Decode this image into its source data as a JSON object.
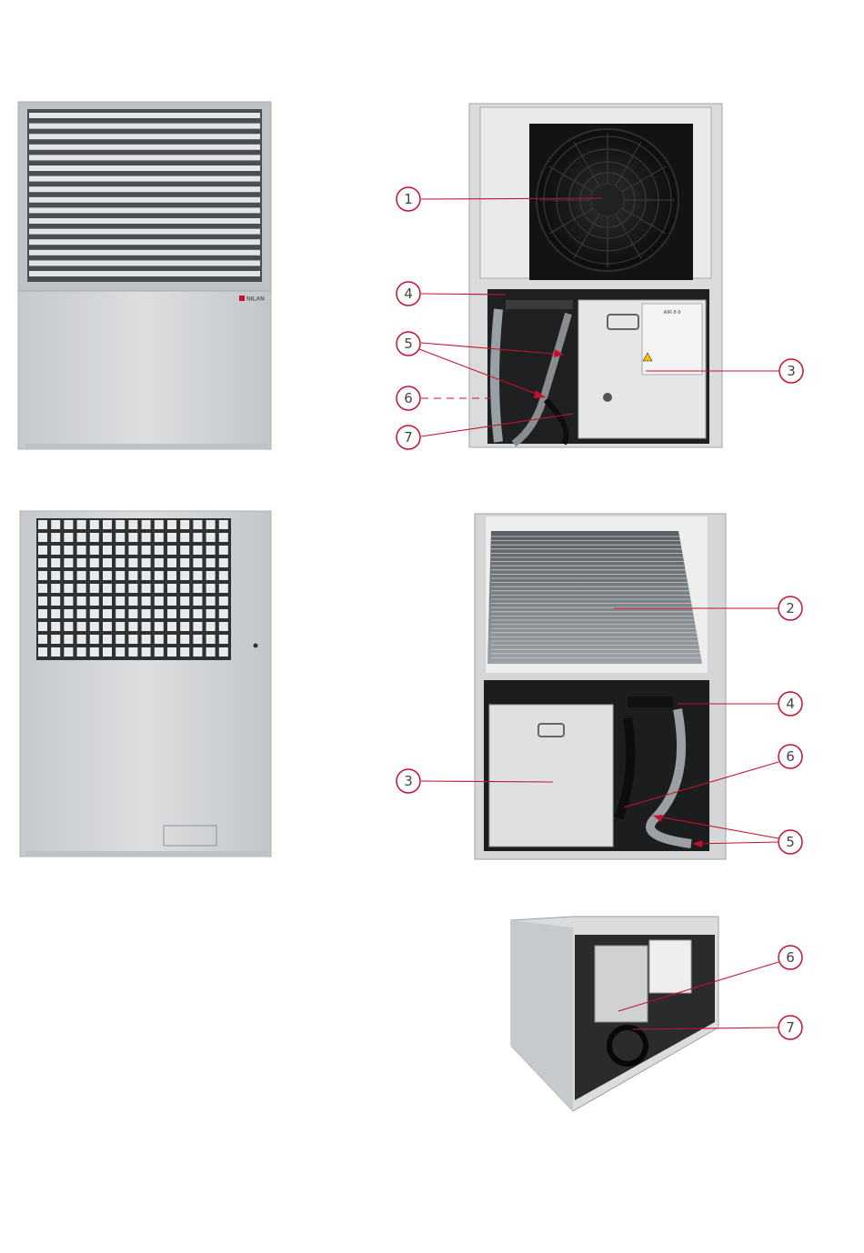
{
  "brand": {
    "logo_text": "NILAN"
  },
  "unit_label": {
    "model_text": "AIR 8-9"
  },
  "colors": {
    "accent": "#c8102e",
    "panel": "#d4d6d8",
    "panel_dark": "#b7babd",
    "frame": "#c9ccce",
    "grille": "#3a3d40",
    "fan": "#151617"
  },
  "callouts": {
    "c1": "1",
    "c2": "2",
    "c3a": "3",
    "c3b": "3",
    "c4a": "4",
    "c4b": "4",
    "c5a": "5",
    "c5b": "5",
    "c6a": "6",
    "c6b": "6",
    "c6c": "6",
    "c7a": "7",
    "c7b": "7"
  }
}
